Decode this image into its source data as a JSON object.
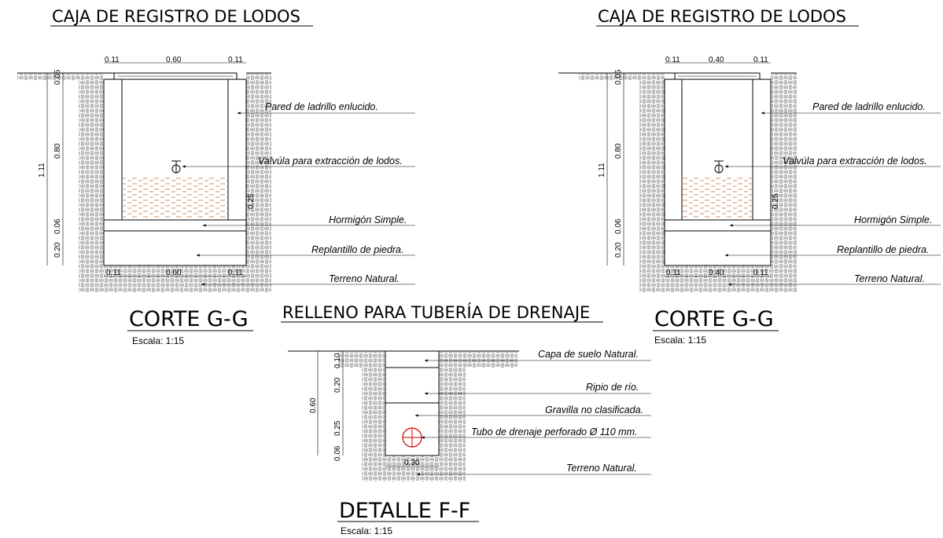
{
  "left_box": {
    "title": "CAJA DE REGISTRO DE LODOS",
    "top_dims": [
      "0.11",
      "0.60",
      "0.11"
    ],
    "bottom_dims": [
      "0.11",
      "0.60",
      "0.11"
    ],
    "dim_top": "0.05",
    "dim_wall": "0.80",
    "dim_total": "1.11",
    "dim_concrete": "0.06",
    "dim_base": "0.20",
    "dim_sludge": "0.25",
    "labels": [
      "Pared de ladrillo enlucido.",
      "Valvúla para extracción de lodos.",
      "Hormigón Simple.",
      "Replantillo de piedra.",
      "Terreno Natural."
    ],
    "section": "CORTE G-G",
    "scale": "Escala: 1:15"
  },
  "right_box": {
    "title": "CAJA DE REGISTRO DE LODOS",
    "top_dims": [
      "0.11",
      "0.40",
      "0.11"
    ],
    "bottom_dims": [
      "0.11",
      "0.40",
      "0.11"
    ],
    "dim_top": "0.05",
    "dim_wall": "0.80",
    "dim_total": "1.11",
    "dim_concrete": "0.06",
    "dim_base": "0.20",
    "dim_sludge": "0.25",
    "labels": [
      "Pared de ladrillo enlucido.",
      "Valvúla para extracción de lodos.",
      "Hormigón Simple.",
      "Replantillo de piedra.",
      "Terreno Natural."
    ],
    "section": "CORTE G-G",
    "scale": "Escala: 1:15"
  },
  "drain_detail": {
    "title": "RELLENO PARA TUBERÍA DE DRENAJE",
    "labels": [
      "Capa de suelo Natural.",
      "Ripio de río.",
      "Gravilla no clasificada.",
      "Tubo de drenaje perforado Ø 110 mm.",
      "Terreno Natural."
    ],
    "dims": [
      "0.10",
      "0.20",
      "0.25",
      "0.06"
    ],
    "dim_total": "0.60",
    "dim_width": "0.30",
    "section": "DETALLE F-F",
    "scale": "Escala: 1:15"
  }
}
